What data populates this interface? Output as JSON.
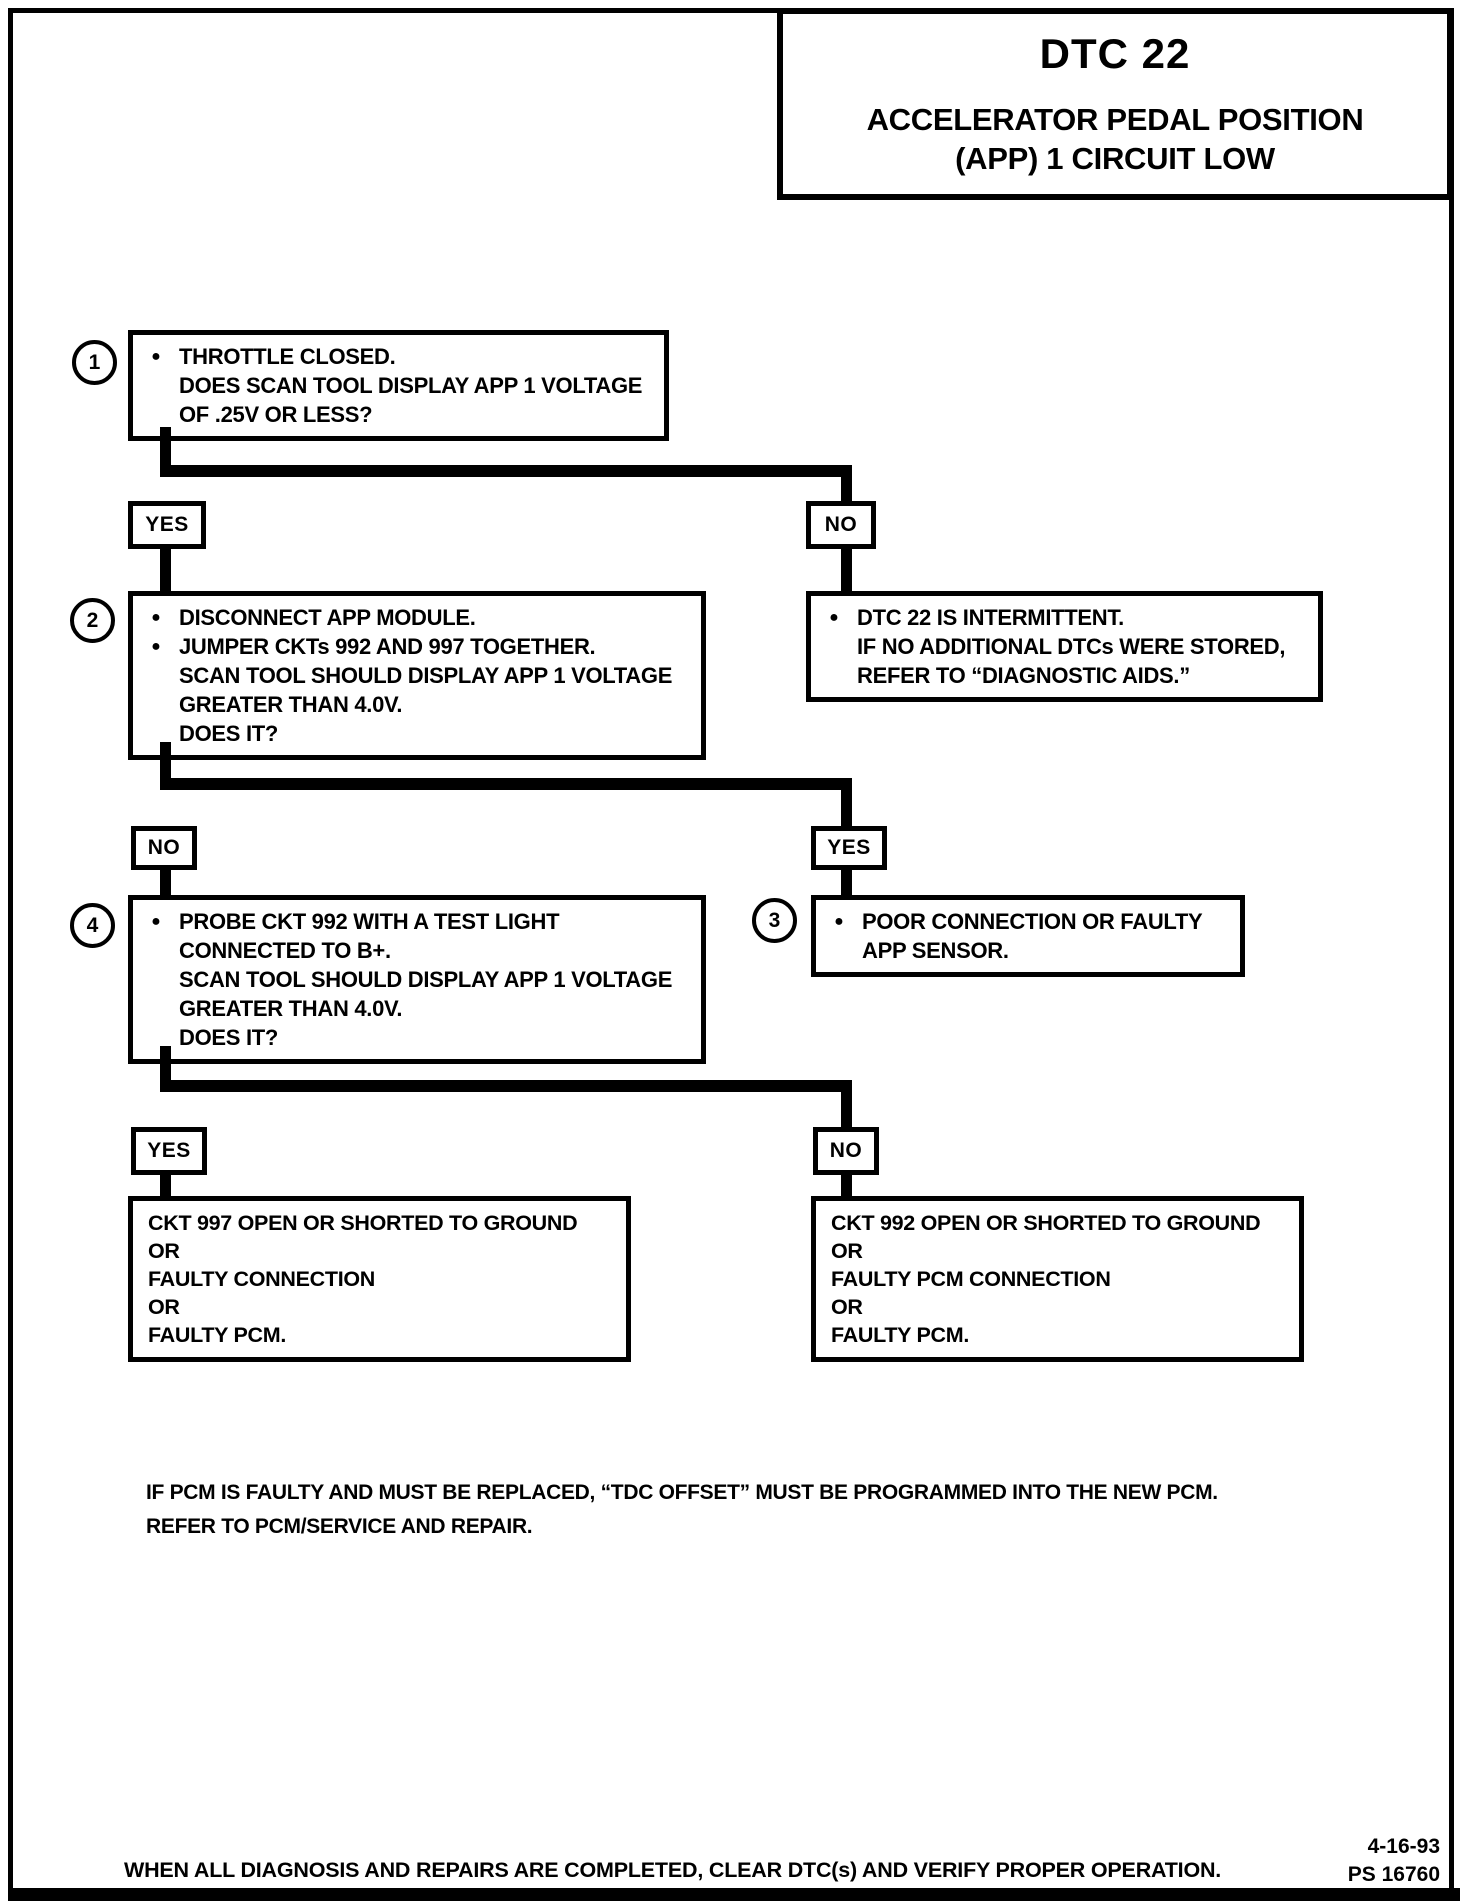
{
  "page": {
    "title": {
      "code": "DTC 22",
      "subtitle_line1": "ACCELERATOR PEDAL POSITION",
      "subtitle_line2": "(APP) 1 CIRCUIT LOW"
    },
    "footer": {
      "note_line1": "IF PCM IS FAULTY AND MUST BE REPLACED, “TDC OFFSET” MUST BE PROGRAMMED INTO THE NEW PCM.",
      "note_line2": "REFER TO PCM/SERVICE AND REPAIR.",
      "completion": "WHEN ALL DIAGNOSIS AND REPAIRS ARE COMPLETED, CLEAR DTC(s) AND VERIFY PROPER OPERATION.",
      "date": "4-16-93",
      "doc_number": "PS 16760"
    },
    "colors": {
      "ink": "#000000",
      "paper": "#ffffff"
    }
  },
  "flowchart": {
    "step1": {
      "number": "1",
      "lines": [
        {
          "b": "●",
          "t": "THROTTLE CLOSED."
        },
        {
          "b": "",
          "t": "DOES SCAN TOOL DISPLAY APP 1 VOLTAGE"
        },
        {
          "b": "",
          "t": "OF .25V OR LESS?"
        }
      ]
    },
    "branch1": {
      "left": "YES",
      "right": "NO"
    },
    "step2": {
      "number": "2",
      "lines": [
        {
          "b": "●",
          "t": "DISCONNECT APP MODULE."
        },
        {
          "b": "●",
          "t": "JUMPER CKTs 992 AND 997 TOGETHER."
        },
        {
          "b": "",
          "t": "SCAN TOOL SHOULD DISPLAY APP 1 VOLTAGE"
        },
        {
          "b": "",
          "t": "GREATER THAN 4.0V."
        },
        {
          "b": "",
          "t": "DOES IT?"
        }
      ]
    },
    "intermittent": {
      "lines": [
        {
          "b": "●",
          "t": "DTC 22 IS INTERMITTENT."
        },
        {
          "b": "",
          "t": "IF NO ADDITIONAL DTCs WERE STORED,"
        },
        {
          "b": "",
          "t": "REFER TO “DIAGNOSTIC AIDS.”"
        }
      ]
    },
    "branch2": {
      "left": "NO",
      "right": "YES"
    },
    "step4": {
      "number": "4",
      "lines": [
        {
          "b": "●",
          "t": "PROBE CKT 992 WITH A TEST LIGHT"
        },
        {
          "b": "",
          "t": "CONNECTED TO B+."
        },
        {
          "b": "",
          "t": "SCAN TOOL SHOULD DISPLAY APP 1 VOLTAGE"
        },
        {
          "b": "",
          "t": "GREATER THAN 4.0V."
        },
        {
          "b": "",
          "t": "DOES IT?"
        }
      ]
    },
    "step3": {
      "number": "3",
      "lines": [
        {
          "b": "●",
          "t": "POOR CONNECTION OR FAULTY"
        },
        {
          "b": "",
          "t": "APP SENSOR."
        }
      ]
    },
    "branch3": {
      "left": "YES",
      "right": "NO"
    },
    "result_left": {
      "lines": [
        "CKT 997 OPEN OR SHORTED TO GROUND",
        "OR",
        "FAULTY CONNECTION",
        "OR",
        "FAULTY PCM."
      ]
    },
    "result_right": {
      "lines": [
        "CKT 992 OPEN OR SHORTED TO GROUND",
        "OR",
        "FAULTY PCM CONNECTION",
        "OR",
        "FAULTY PCM."
      ]
    }
  }
}
